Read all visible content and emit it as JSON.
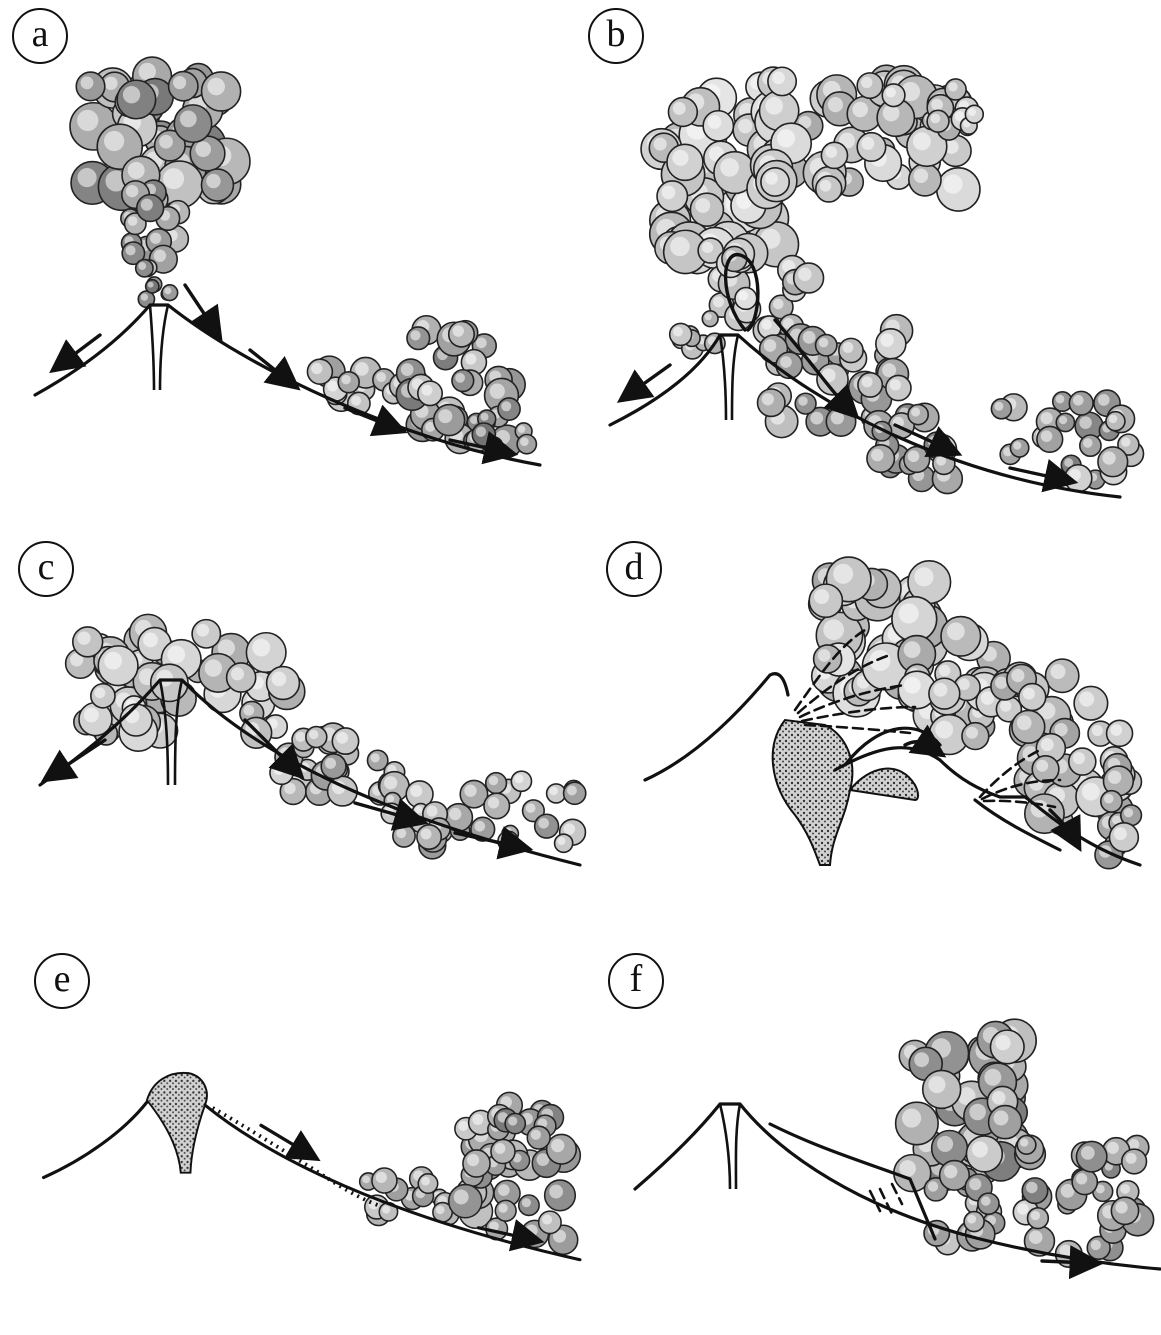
{
  "panels": [
    {
      "id": "a",
      "label": "a"
    },
    {
      "id": "b",
      "label": "b"
    },
    {
      "id": "c",
      "label": "c"
    },
    {
      "id": "d",
      "label": "d"
    },
    {
      "id": "e",
      "label": "e"
    },
    {
      "id": "f",
      "label": "f"
    }
  ],
  "colors": {
    "ink": "#111111",
    "cloud_fill": "#e9e9e9",
    "cloud_shade": "#9a9a9a",
    "dome_fill": "#c8c8c8"
  }
}
